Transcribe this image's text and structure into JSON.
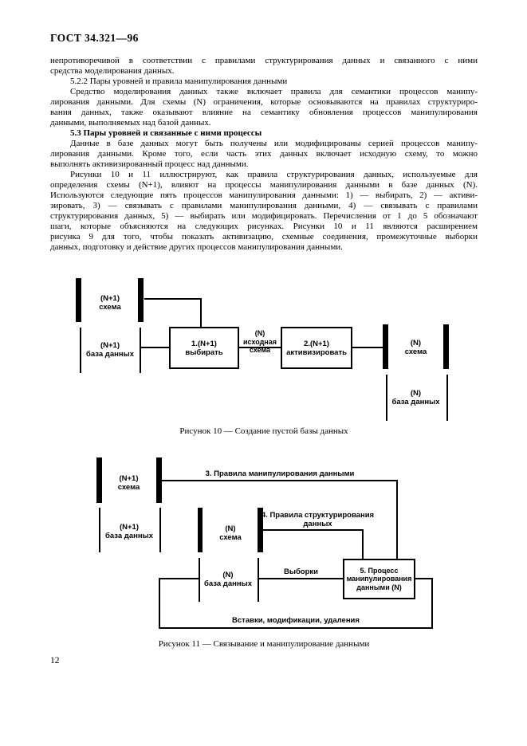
{
  "document": {
    "header": "ГОСТ 34.321—96",
    "page_number": "12",
    "paragraphs": [
      {
        "bold": false,
        "indent_first": false,
        "lines": [
          "непротиворечивой в соответствии с правилами структурирования данных и связанного с ними",
          "средства моделирования данных."
        ]
      },
      {
        "bold": false,
        "indent_first": true,
        "lines": [
          "5.2.2 Пары уровней и правила манипулирования данными"
        ]
      },
      {
        "bold": false,
        "indent_first": true,
        "lines": [
          "Средство моделирования данных также включает правила для семантики процессов манипу-",
          "лирования данными. Для схемы (N) ограничения, которые основываются на правилах структуриро-",
          "вания данных, также оказывают влияние на семантику обновления процессов манипулирования",
          "данными, выполняемых над базой данных."
        ]
      },
      {
        "bold": true,
        "indent_first": true,
        "lines": [
          "5.3 Пары уровней и связанные с ними процессы"
        ]
      },
      {
        "bold": false,
        "indent_first": true,
        "lines": [
          "Данные в базе данных могут быть получены или модифицированы серией процессов манипу-",
          "лирования данными. Кроме того, если часть этих данных включает исходную схему, то можно",
          "выполнять активизированный процесс над данными."
        ]
      },
      {
        "bold": false,
        "indent_first": true,
        "lines": [
          "Рисунки 10 и 11 иллюстрируют, как правила структурирования данных, используемые для",
          "определения схемы (N+1), влияют на процессы манипулирования данными в базе данных (N).",
          "Используются следующие пять процессов манипулирования данными: 1) — выбирать, 2) — активи-",
          "зировать, 3) — связывать с правилами манипулирования данными, 4) — связывать с правилами",
          "структурирования данных, 5) — выбирать или модифицировать. Перечисления от 1 до 5 обозначают",
          "шаги, которые объясняются на следующих рисунках. Рисунки 10 и 11 являются расширением",
          "рисунка 9 для того, чтобы показать активизацию, схемные соединения, промежуточные выборки",
          "данных, подготовку и действие других процессов манипулирования данными."
        ]
      }
    ]
  },
  "figure10": {
    "caption": "Рисунок 10 — Создание пустой базы данных",
    "labels": {
      "schema_n1": [
        "(N+1)",
        "схема"
      ],
      "db_n1": [
        "(N+1)",
        "база данных"
      ],
      "box1": [
        "1.(N+1)",
        "выбирать"
      ],
      "mid": [
        "(N)",
        "исходная",
        "схема"
      ],
      "box2": [
        "2.(N+1)",
        "активизировать"
      ],
      "schema_n": [
        "(N)",
        "схема"
      ],
      "db_n": [
        "(N)",
        "база данных"
      ]
    }
  },
  "figure11": {
    "caption": "Рисунок 11 — Связывание и манипулирование данными",
    "labels": {
      "schema_n1": [
        "(N+1)",
        "схема"
      ],
      "db_n1": [
        "(N+1)",
        "база данных"
      ],
      "schema_n": [
        "(N)",
        "схема"
      ],
      "db_n": [
        "(N)",
        "база данных"
      ],
      "rule3": "3. Правила манипулирования данными",
      "rule4": [
        "4. Правила структурирования",
        "данных"
      ],
      "box5": [
        "5. Процесс",
        "манипулирования",
        "данными (N)"
      ],
      "vyborki": "Выборки",
      "bottom": "Вставки, модификации, удаления"
    }
  },
  "colors": {
    "ink": "#000000",
    "paper": "#ffffff"
  }
}
